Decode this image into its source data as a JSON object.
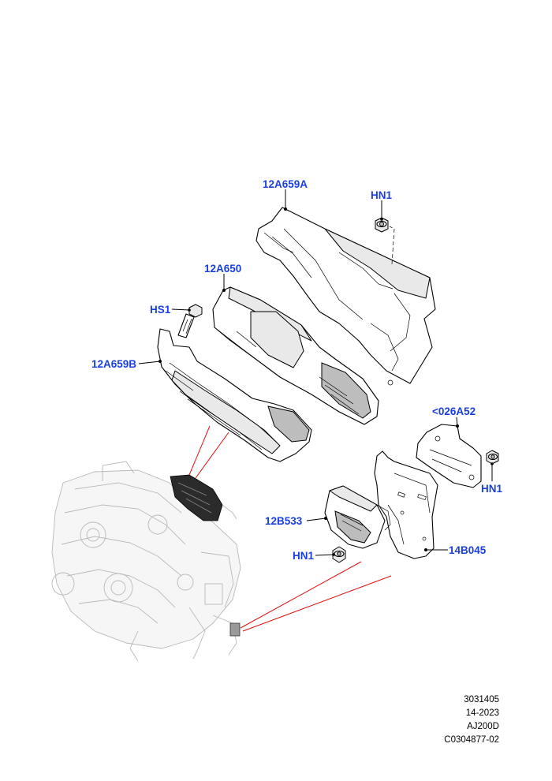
{
  "callouts": {
    "ecm_cover_upper": "12A659A",
    "nut_upper": "HN1",
    "ecm": "12A650",
    "bolt": "HS1",
    "ecm_cover_lower": "12A659B",
    "bracket_upper": "<026A52",
    "nut_right": "HN1",
    "module": "12B533",
    "nut_lower": "HN1",
    "bracket_lower": "14B045"
  },
  "reference": {
    "line1": "3031405",
    "line2": "14-2023",
    "line3": "AJ200D",
    "line4": "C0304877-02"
  },
  "colors": {
    "callout_text": "#1a3fe0",
    "reference_text": "#000000",
    "locator_lines": "#e01010",
    "engine_ghost": "#b9b9b9"
  }
}
